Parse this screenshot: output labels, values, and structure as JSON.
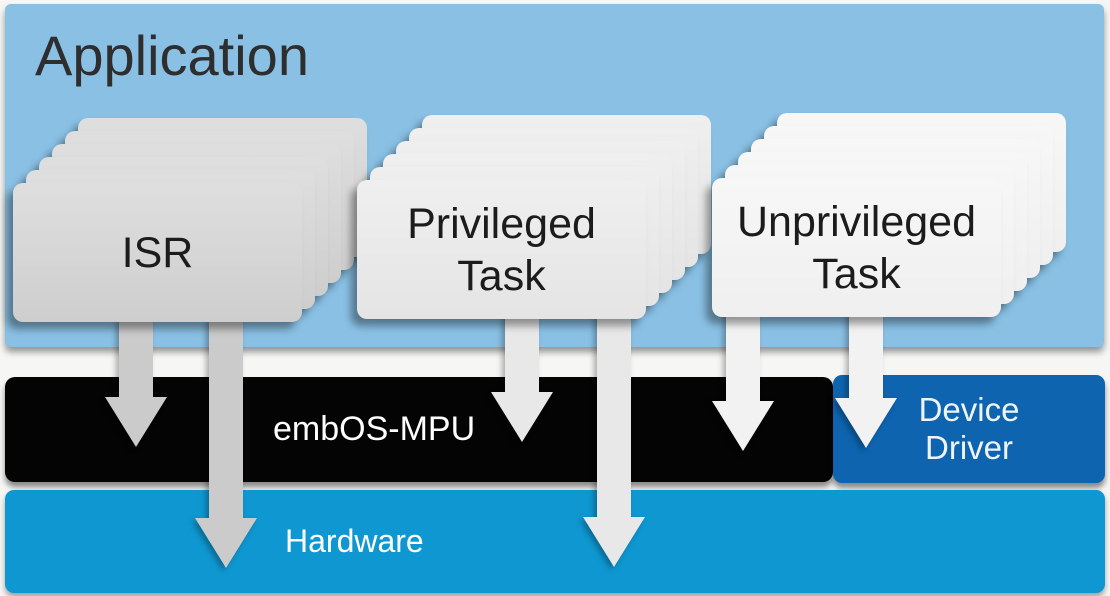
{
  "application": {
    "label": "Application"
  },
  "stacks": [
    {
      "name": "isr",
      "line1": "ISR",
      "line2": ""
    },
    {
      "name": "privileged-task",
      "line1": "Privileged",
      "line2": "Task"
    },
    {
      "name": "unprivileged-task",
      "line1": "Unprivileged",
      "line2": "Task"
    }
  ],
  "os": {
    "embos_label": "embOS-MPU",
    "device_driver": {
      "line1": "Device",
      "line2": "Driver"
    }
  },
  "hardware": {
    "label": "Hardware"
  },
  "arrows": [
    {
      "name": "down-arrow-icon",
      "from": "ISR",
      "to": "embOS-MPU"
    },
    {
      "name": "down-arrow-icon",
      "from": "ISR",
      "to": "Hardware"
    },
    {
      "name": "down-arrow-icon",
      "from": "Privileged Task",
      "to": "embOS-MPU"
    },
    {
      "name": "down-arrow-icon",
      "from": "Privileged Task",
      "to": "Hardware"
    },
    {
      "name": "down-arrow-icon",
      "from": "Unprivileged Task",
      "to": "embOS-MPU"
    },
    {
      "name": "down-arrow-icon",
      "from": "Unprivileged Task",
      "to": "Device Driver"
    }
  ],
  "colors": {
    "page-bg": "#f6f6f4",
    "application-bg": "#89c0e4",
    "embos-bg": "#040404",
    "hardware-bg": "#0f97d1",
    "device-bg": "#0e64af",
    "isr-card": "#d2d2d2",
    "privileged-card": "#e9e9e9",
    "unprivileged-card": "#f4f4f4",
    "isr-arrow": "#cbcbcb",
    "privileged-arrow": "#e8e8e8",
    "unprivileged-arrow": "#f2f2f2",
    "title-text": "#2e2e2e",
    "card-text": "#1c1c1c",
    "light-text": "#ffffff"
  }
}
